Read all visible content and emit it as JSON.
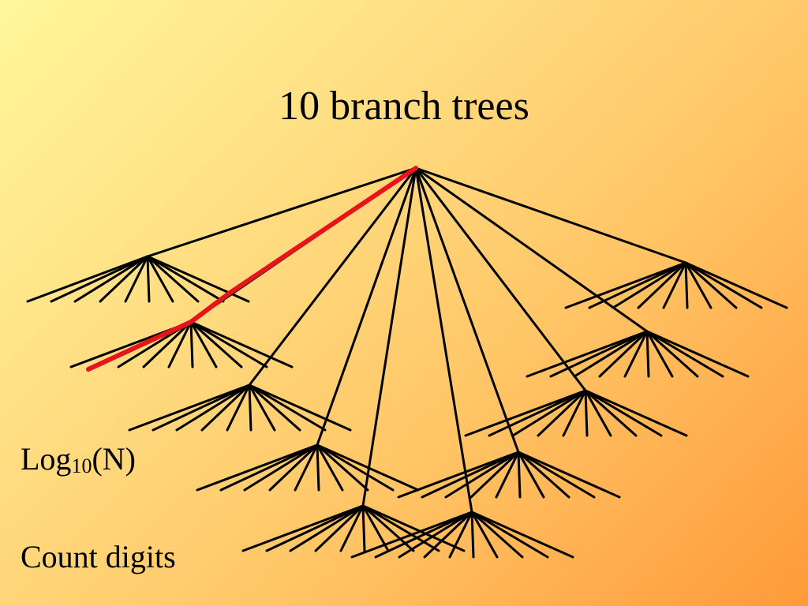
{
  "slide": {
    "title": "10 branch trees",
    "log_label": {
      "prefix": "Log",
      "subscript": "10",
      "suffix": "(N)"
    },
    "count_label": "Count digits"
  },
  "tree": {
    "branching_factor": 10,
    "levels_drawn": 2,
    "edge_color": "#000000",
    "highlight_color": "#E8141B",
    "highlighted_path": "root → child 1 → leftmost grandchild"
  },
  "colors": {
    "background_start": "#FFF79A",
    "background_end": "#FF9A3A"
  }
}
